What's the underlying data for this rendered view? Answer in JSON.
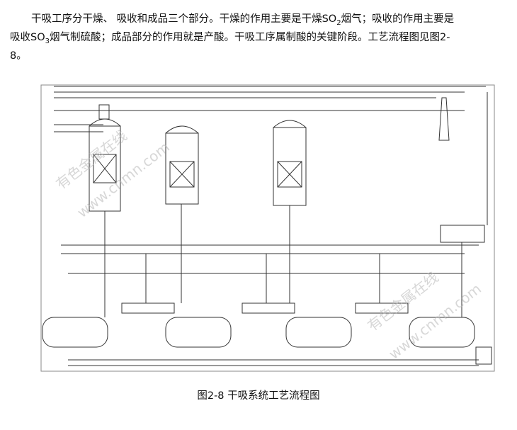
{
  "paragraph": {
    "line1": "干吸工序分干燥、 吸收和成品三个部分。干燥的作用主要是干燥SO",
    "sub1": "2",
    "line1b": "烟气；吸收的作用主要是",
    "line2a": "吸收SO",
    "sub2": "3",
    "line2b": "烟气制硫酸；成品部分的作用就是产酸。干吸工序属制酸的关键阶段。工艺流程图见图2-",
    "line3": "8。"
  },
  "caption": "图2-8 干吸系统工艺流程图",
  "watermarks": [
    "有色金属在线",
    "www.cnmn.com",
    "有色金属在线",
    "www.cnmn.com"
  ]
}
